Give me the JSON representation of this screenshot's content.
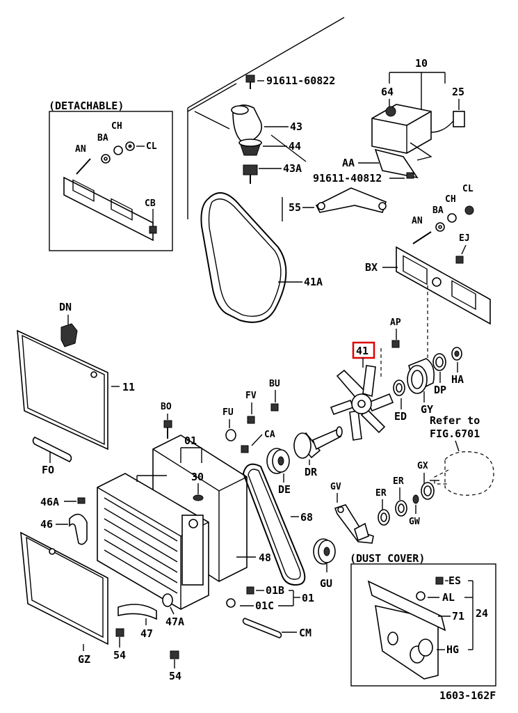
{
  "labels": {
    "detachable": "(DETACHABLE)",
    "dust_cover": "(DUST COVER)",
    "refer_to": "Refer to",
    "fig": "FIG.6701",
    "drawing_no": "1603-162F",
    "p91611_60822": "91611-60822",
    "p91611_40812": "91611-40812",
    "p43": "43",
    "p44": "44",
    "p43A": "43A",
    "p10": "10",
    "p64": "64",
    "p25": "25",
    "pAA": "AA",
    "p55": "55",
    "p41A": "41A",
    "pAN_l": "AN",
    "pBA_l": "BA",
    "pCH_l": "CH",
    "pCL_l": "CL",
    "pCB": "CB",
    "pAN_r": "AN",
    "pBA_r": "BA",
    "pCH_r": "CH",
    "pCL_r": "CL",
    "pEJ": "EJ",
    "pBX": "BX",
    "pAP": "AP",
    "p41": "41",
    "pHA": "HA",
    "pDP": "DP",
    "pED": "ED",
    "pGY": "GY",
    "pDN": "DN",
    "p11": "11",
    "pFO": "FO",
    "pBO": "BO",
    "pFU": "FU",
    "pFV": "FV",
    "pBU": "BU",
    "pCA": "CA",
    "p01": "01",
    "p30": "30",
    "pDR": "DR",
    "pDE": "DE",
    "p46A": "46A",
    "p46": "46",
    "p68": "68",
    "p48": "48",
    "pGV": "GV",
    "pER1": "ER",
    "pER2": "ER",
    "pGX": "GX",
    "pGW": "GW",
    "pGU": "GU",
    "p01B": "01B",
    "p01C": "01C",
    "p01b": "01",
    "p47A": "47A",
    "p47": "47",
    "pCM": "CM",
    "pGZ": "GZ",
    "p54a": "54",
    "p54b": "54",
    "pES": "ES",
    "pAL": "AL",
    "p71": "71",
    "p24": "24",
    "pHG": "HG"
  },
  "highlight": {
    "label_ref": "41",
    "color": "#dd0000"
  }
}
